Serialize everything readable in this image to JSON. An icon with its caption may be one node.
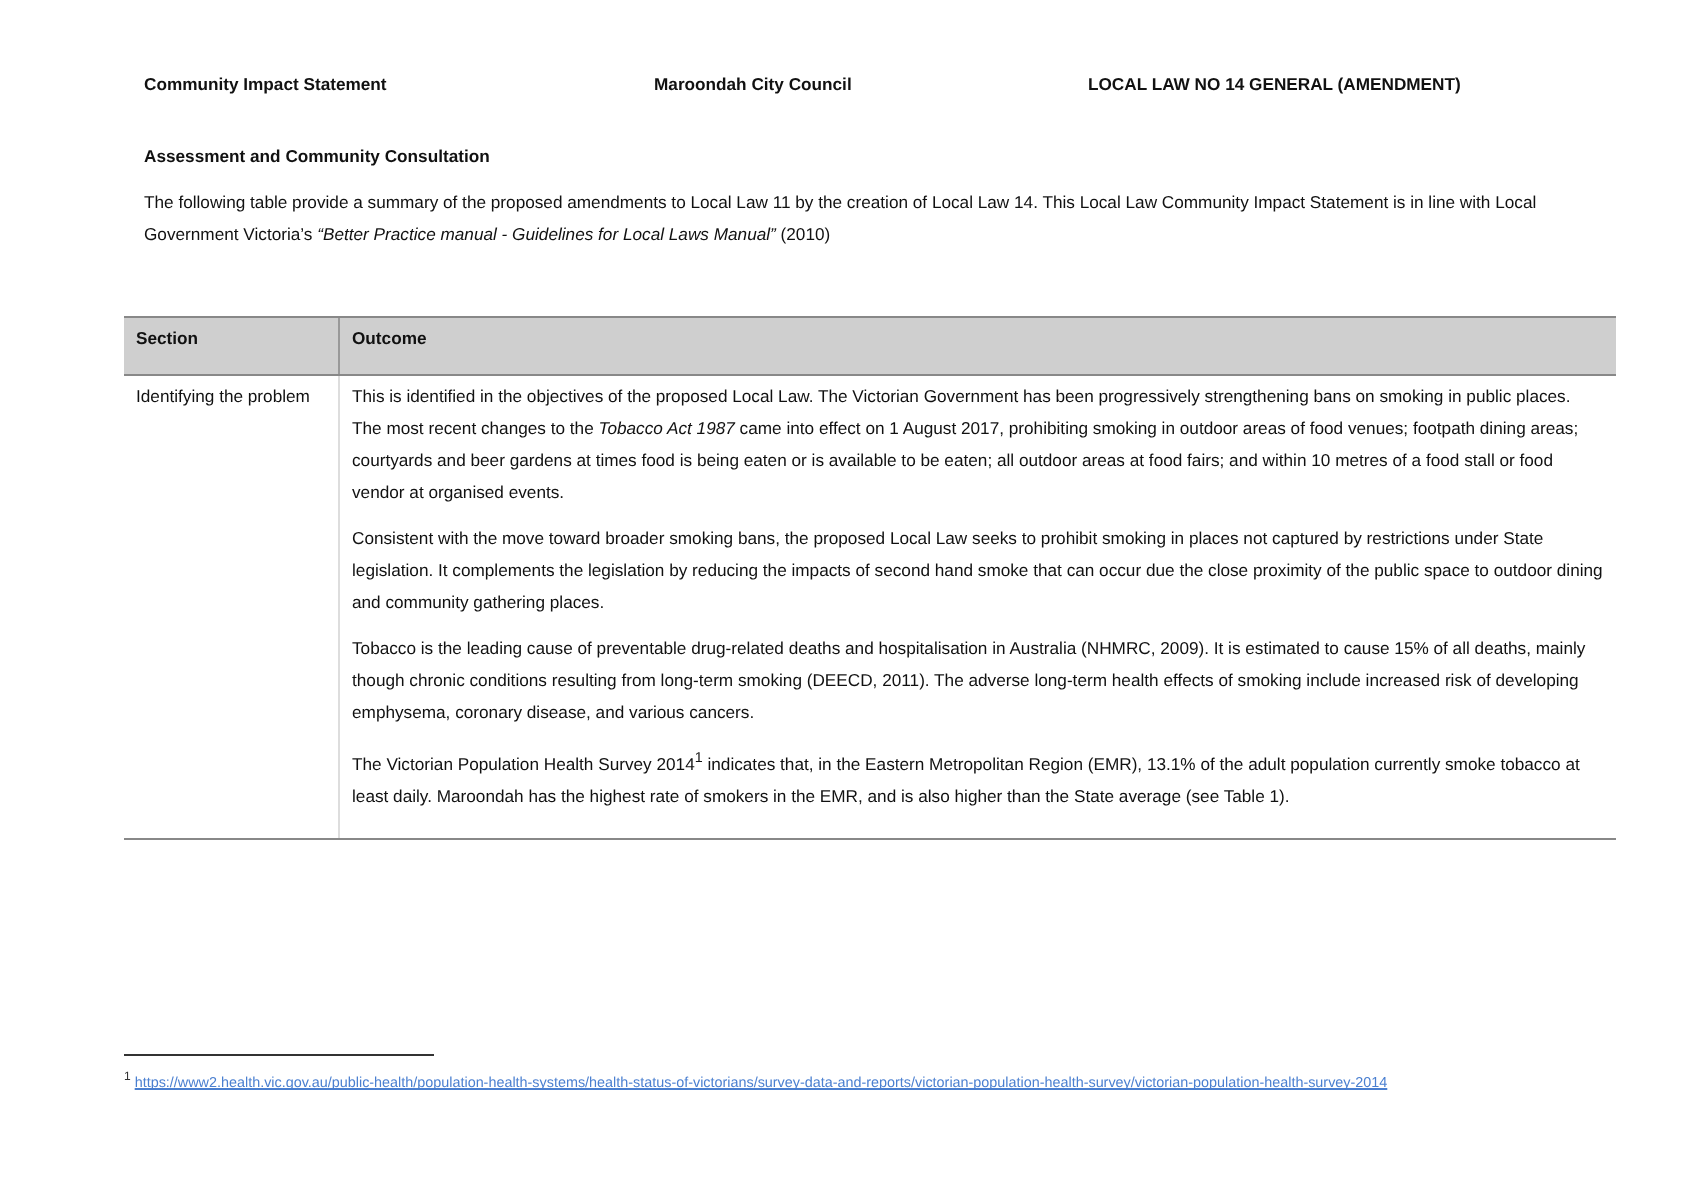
{
  "diagram": {
    "labels": [
      "Community Impact Statement",
      "Maroondah City Council",
      "LOCAL LAW NO 14 GENERAL (AMENDMENT)",
      "Assessment and Community Consultation",
      "The following table provide a summary of the proposed amendments to Local Law 11 by the creation of Local Law 14. This Local Law Community Impact Statement is in line with Local Government Victoria’s *“Better Practice manual - Guidelines for Local Laws Manual”* (2010)",
      "Section",
      "Outcome",
      "Identifying the problem",
      "This is identified in the objectives of the proposed Local Law. The Victorian Government has been progressively strengthening bans on smoking in public places.  The most recent changes to the *Tobacco Act 1987* came into effect on 1 August 2017, prohibiting smoking in outdoor areas of food venues; footpath dining areas; courtyards and beer gardens at times food is being eaten or is available to be eaten; all outdoor areas at food fairs; and within 10 metres of a food stall or food vendor at organised events.",
      "Consistent with the move toward broader smoking bans, the proposed Local Law seeks to prohibit smoking in places not captured by restrictions under State legislation. It complements the legislation by reducing the impacts of second hand smoke that can occur due the close proximity of the public space to outdoor dining and community gathering places.",
      "Tobacco is the leading cause of preventable drug-related deaths and hospitalisation in Australia (NHMRC, 2009).   It is estimated to cause 15% of all deaths, mainly though chronic conditions resulting from long-term smoking (DEECD, 2011).  The adverse long-term health effects of smoking include increased risk of developing emphysema, coronary disease, and various cancers.",
      "The Victorian Population Health Survey 2014$^{1}$ indicates that, in the Eastern Metropolitan Region (EMR), 13.1% of the adult population currently smoke tobacco at least daily.  Maroondah has the highest rate of smokers in the EMR, and is also higher than the State average (see Table 1).",
      "1",
      "https://www2.health.vic.gov.au/public-health/population-health-systems/health-status-of-victorians/survey-data-and-reports/victorian-population-health-survey/victorian-population-health-survey-2014"
    ]
  }
}
